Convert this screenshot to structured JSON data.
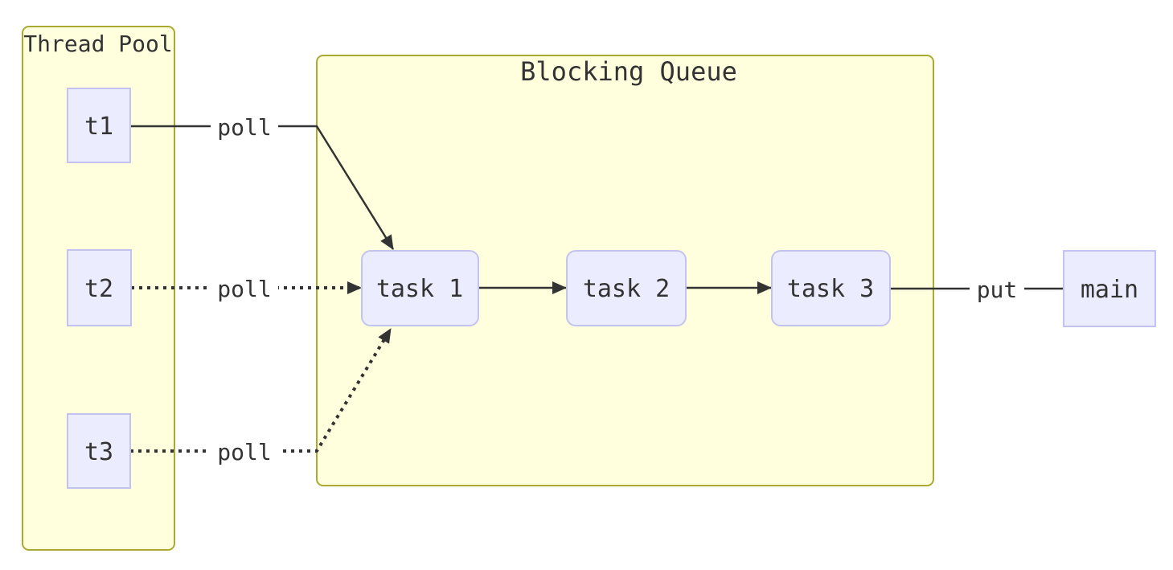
{
  "diagram_type": "flowchart",
  "colors": {
    "background": "#ffffff",
    "cluster_fill": "#ffffde",
    "cluster_border": "#aaaa33",
    "node_fill": "#ececff",
    "node_border": "#c3c3f0",
    "text": "#333333",
    "edge": "#333333"
  },
  "clusters": {
    "thread_pool": {
      "label": "Thread Pool"
    },
    "blocking_queue": {
      "label": "Blocking Queue"
    }
  },
  "nodes": {
    "t1": {
      "label": "t1"
    },
    "t2": {
      "label": "t2"
    },
    "t3": {
      "label": "t3"
    },
    "task1": {
      "label": "task 1"
    },
    "task2": {
      "label": "task 2"
    },
    "task3": {
      "label": "task 3"
    },
    "main": {
      "label": "main"
    }
  },
  "edge_labels": {
    "t1_task1": "poll",
    "t2_task1": "poll",
    "t3_task1": "poll",
    "task3_main": "put"
  },
  "edges": [
    {
      "from": "t1",
      "to": "task 1",
      "label": "poll",
      "style": "solid",
      "arrowhead": true
    },
    {
      "from": "t2",
      "to": "task 1",
      "label": "poll",
      "style": "dotted",
      "arrowhead": true
    },
    {
      "from": "t3",
      "to": "task 1",
      "label": "poll",
      "style": "dotted",
      "arrowhead": true
    },
    {
      "from": "task 1",
      "to": "task 2",
      "label": "",
      "style": "solid",
      "arrowhead": true
    },
    {
      "from": "task 2",
      "to": "task 3",
      "label": "",
      "style": "solid",
      "arrowhead": true
    },
    {
      "from": "task 3",
      "to": "main",
      "label": "put",
      "style": "solid",
      "arrowhead": false
    }
  ]
}
